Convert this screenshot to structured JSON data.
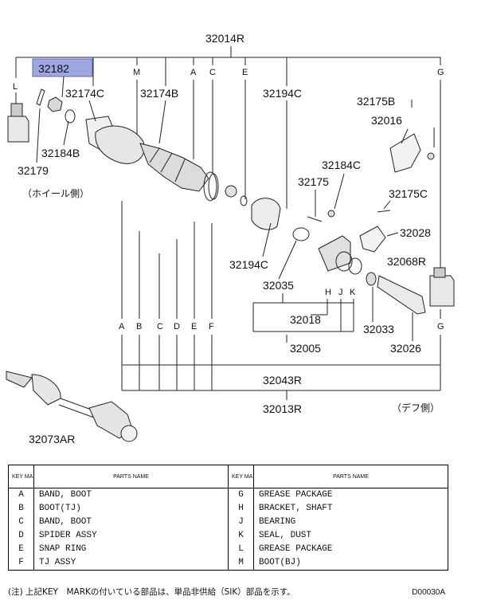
{
  "diagram": {
    "labels": {
      "p32014R": "32014R",
      "p32182": "32182",
      "p32174C": "32174C",
      "p32174B": "32174B",
      "p32194C_top": "32194C",
      "p32175B": "32175B",
      "p32016": "32016",
      "p32184B": "32184B",
      "p32179": "32179",
      "p32184C": "32184C",
      "p32175": "32175",
      "p32175C": "32175C",
      "p32028": "32028",
      "p32068R": "32068R",
      "p32194C_mid": "32194C",
      "p32035": "32035",
      "p32018": "32018",
      "p32033": "32033",
      "p32005": "32005",
      "p32026": "32026",
      "p32043R": "32043R",
      "p32013R": "32013R",
      "p32073AR": "32073AR"
    },
    "key_letters_top": [
      "L",
      "M",
      "A",
      "C",
      "E",
      "G"
    ],
    "key_letters_bottom": [
      "A",
      "B",
      "C",
      "D",
      "E",
      "F",
      "G"
    ],
    "key_letters_hjk": [
      "H",
      "J",
      "K"
    ],
    "caption_wheel": "（ホイール側）",
    "caption_diff": "（デフ側）",
    "highlight_color": "#9ea8e0"
  },
  "legend": {
    "header_key": "KEY MARK",
    "header_name": "PARTS NAME",
    "rows": [
      {
        "k1": "A",
        "n1": "BAND, BOOT",
        "k2": "G",
        "n2": "GREASE PACKAGE"
      },
      {
        "k1": "B",
        "n1": "BOOT(TJ)",
        "k2": "H",
        "n2": "BRACKET, SHAFT"
      },
      {
        "k1": "C",
        "n1": "BAND, BOOT",
        "k2": "J",
        "n2": "BEARING"
      },
      {
        "k1": "D",
        "n1": "SPIDER ASSY",
        "k2": "K",
        "n2": "SEAL, DUST"
      },
      {
        "k1": "E",
        "n1": "SNAP RING",
        "k2": "L",
        "n2": "GREASE PACKAGE"
      },
      {
        "k1": "F",
        "n1": "TJ ASSY",
        "k2": "M",
        "n2": "BOOT(BJ)"
      }
    ]
  },
  "footer": {
    "note": "(注) 上記KEY　MARKの付いている部品は、単品非供給（SIK）部品を示す。",
    "code": "D00030A"
  }
}
